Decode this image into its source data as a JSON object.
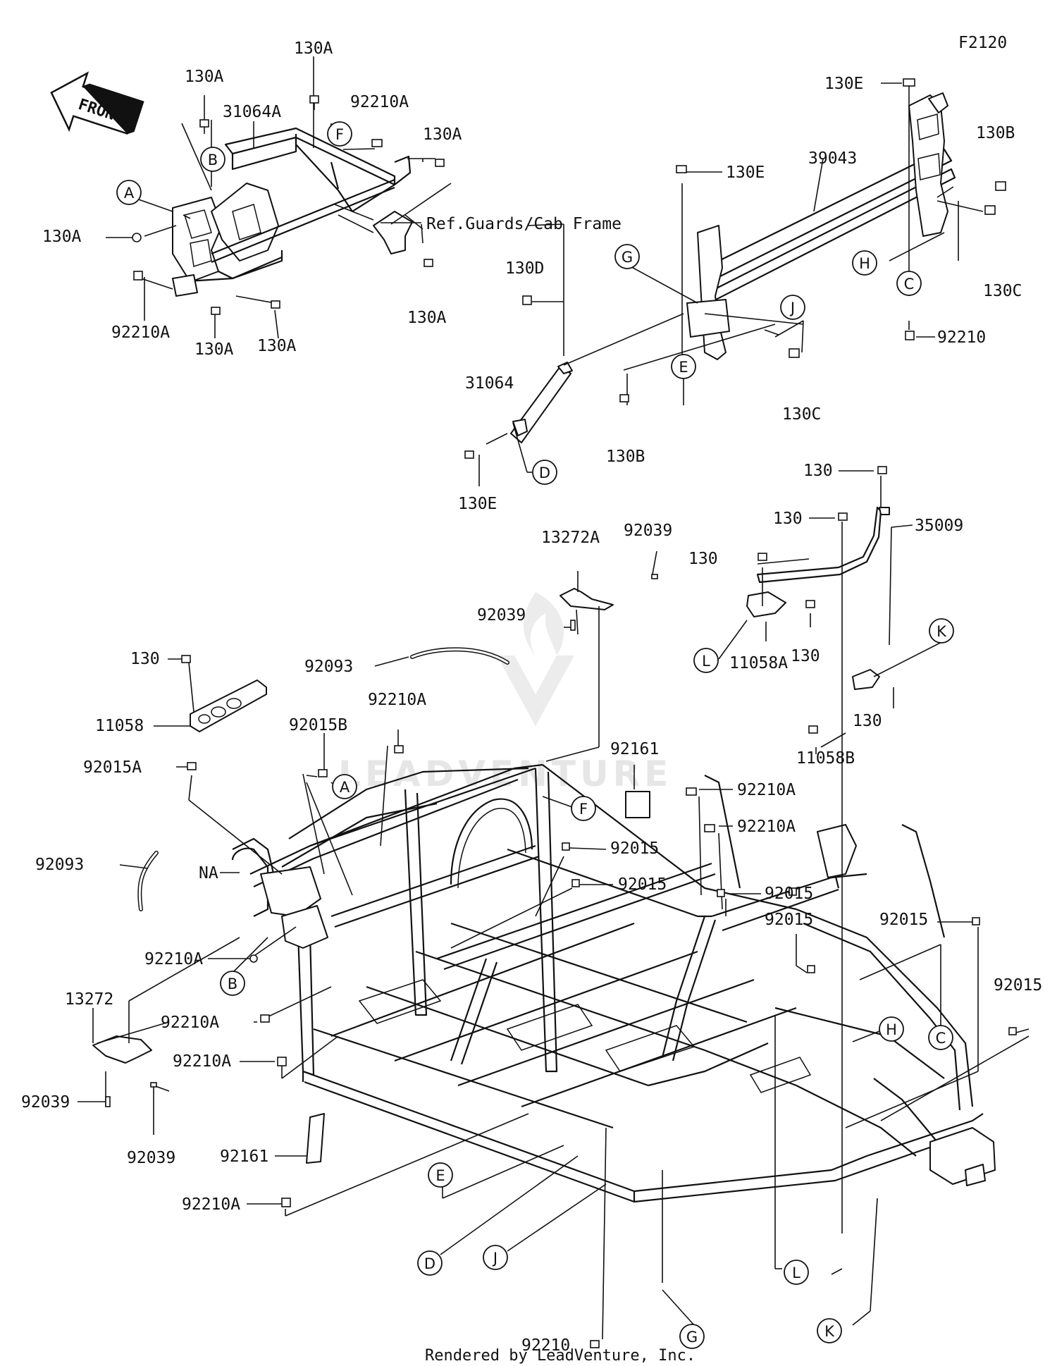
{
  "figure_code": "F2120",
  "front_label": "FRONT",
  "watermark": "LEADVENTURE",
  "footer": "Rendered by LeadVenture, Inc.",
  "reference_note": "Ref.Guards/Cab Frame",
  "na_label": "NA",
  "callouts": [
    {
      "id": "c01",
      "text": "130A"
    },
    {
      "id": "c02",
      "text": "130A"
    },
    {
      "id": "c03",
      "text": "31064A"
    },
    {
      "id": "c04",
      "text": "92210A"
    },
    {
      "id": "c05",
      "text": "130A"
    },
    {
      "id": "c06",
      "text": "130A"
    },
    {
      "id": "c07",
      "text": "130A"
    },
    {
      "id": "c08",
      "text": "92210A"
    },
    {
      "id": "c09",
      "text": "130A"
    },
    {
      "id": "c10",
      "text": "130A"
    },
    {
      "id": "c11",
      "text": "130E"
    },
    {
      "id": "c12",
      "text": "130B"
    },
    {
      "id": "c13",
      "text": "39043"
    },
    {
      "id": "c14",
      "text": "130E"
    },
    {
      "id": "c15",
      "text": "130C"
    },
    {
      "id": "c16",
      "text": "92210"
    },
    {
      "id": "c17",
      "text": "130D"
    },
    {
      "id": "c18",
      "text": "31064"
    },
    {
      "id": "c19",
      "text": "130C"
    },
    {
      "id": "c20",
      "text": "130B"
    },
    {
      "id": "c21",
      "text": "130E"
    },
    {
      "id": "c22",
      "text": "130"
    },
    {
      "id": "c23",
      "text": "130"
    },
    {
      "id": "c24",
      "text": "35009"
    },
    {
      "id": "c25",
      "text": "130"
    },
    {
      "id": "c26",
      "text": "13272A"
    },
    {
      "id": "c27",
      "text": "92039"
    },
    {
      "id": "c28",
      "text": "92039"
    },
    {
      "id": "c29",
      "text": "130"
    },
    {
      "id": "c30",
      "text": "11058A"
    },
    {
      "id": "c31",
      "text": "130"
    },
    {
      "id": "c32",
      "text": "11058B"
    },
    {
      "id": "c33",
      "text": "130"
    },
    {
      "id": "c34",
      "text": "92093"
    },
    {
      "id": "c35",
      "text": "11058"
    },
    {
      "id": "c36",
      "text": "92210A"
    },
    {
      "id": "c37",
      "text": "92015B"
    },
    {
      "id": "c38",
      "text": "92015A"
    },
    {
      "id": "c39",
      "text": "92161"
    },
    {
      "id": "c40",
      "text": "92210A"
    },
    {
      "id": "c41",
      "text": "92210A"
    },
    {
      "id": "c42",
      "text": "92015"
    },
    {
      "id": "c43",
      "text": "92093"
    },
    {
      "id": "c44",
      "text": "92015"
    },
    {
      "id": "c45",
      "text": "92015"
    },
    {
      "id": "c46",
      "text": "92015"
    },
    {
      "id": "c47",
      "text": "92015"
    },
    {
      "id": "c48",
      "text": "92210A"
    },
    {
      "id": "c49",
      "text": "13272"
    },
    {
      "id": "c50",
      "text": "92210A"
    },
    {
      "id": "c51",
      "text": "92015"
    },
    {
      "id": "c52",
      "text": "92210A"
    },
    {
      "id": "c53",
      "text": "92039"
    },
    {
      "id": "c54",
      "text": "92039"
    },
    {
      "id": "c55",
      "text": "92161"
    },
    {
      "id": "c56",
      "text": "92210A"
    },
    {
      "id": "c57",
      "text": "92210"
    }
  ],
  "markers": [
    {
      "id": "m01",
      "letter": "A"
    },
    {
      "id": "m02",
      "letter": "B"
    },
    {
      "id": "m03",
      "letter": "F"
    },
    {
      "id": "m04",
      "letter": "G"
    },
    {
      "id": "m05",
      "letter": "J"
    },
    {
      "id": "m06",
      "letter": "H"
    },
    {
      "id": "m07",
      "letter": "C"
    },
    {
      "id": "m08",
      "letter": "E"
    },
    {
      "id": "m09",
      "letter": "D"
    },
    {
      "id": "m10",
      "letter": "L"
    },
    {
      "id": "m11",
      "letter": "K"
    },
    {
      "id": "m12",
      "letter": "A"
    },
    {
      "id": "m13",
      "letter": "F"
    },
    {
      "id": "m14",
      "letter": "B"
    },
    {
      "id": "m15",
      "letter": "H"
    },
    {
      "id": "m16",
      "letter": "C"
    },
    {
      "id": "m17",
      "letter": "E"
    },
    {
      "id": "m18",
      "letter": "D"
    },
    {
      "id": "m19",
      "letter": "J"
    },
    {
      "id": "m20",
      "letter": "G"
    },
    {
      "id": "m21",
      "letter": "L"
    },
    {
      "id": "m22",
      "letter": "K"
    }
  ]
}
